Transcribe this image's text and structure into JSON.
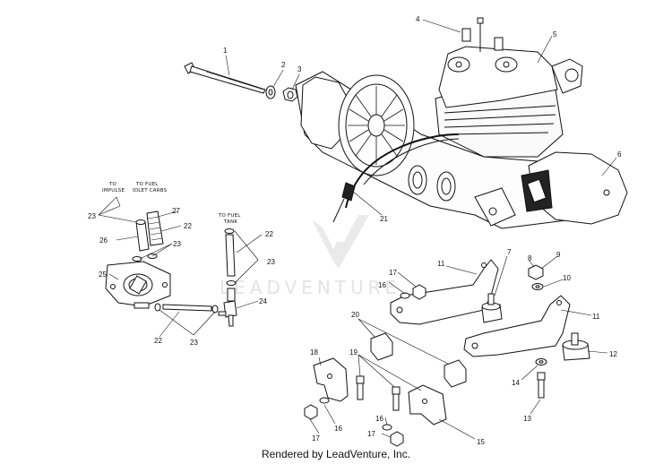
{
  "callouts": {
    "c1": "1",
    "c2": "2",
    "c3": "3",
    "c4": "4",
    "c5": "5",
    "c6": "6",
    "c7": "7",
    "c8": "8",
    "c9": "9",
    "c10": "10",
    "c11a": "11",
    "c11b": "11",
    "c12": "12",
    "c13": "13",
    "c14": "14",
    "c15": "15",
    "c16a": "16",
    "c16b": "16",
    "c16c": "16",
    "c17a": "17",
    "c17b": "17",
    "c17c": "17",
    "c18": "18",
    "c19": "19",
    "c20": "20",
    "c21": "21",
    "c22a": "22",
    "c22b": "22",
    "c22c": "22",
    "c23a": "23",
    "c23b": "23",
    "c23c": "23",
    "c23d": "23",
    "c24": "24",
    "c25": "25",
    "c26": "26",
    "c27": "27"
  },
  "notes": {
    "to_impulse_1": "TO",
    "to_impulse_2": "IMPULSE",
    "to_fuel_carbs_1": "TO FUEL",
    "to_fuel_carbs_2": "IDLET CARBS",
    "to_fuel_tank_1": "TO FUEL",
    "to_fuel_tank_2": "TANK"
  },
  "watermark": "LEADVENTURE",
  "footer": "Rendered by LeadVenture, Inc."
}
